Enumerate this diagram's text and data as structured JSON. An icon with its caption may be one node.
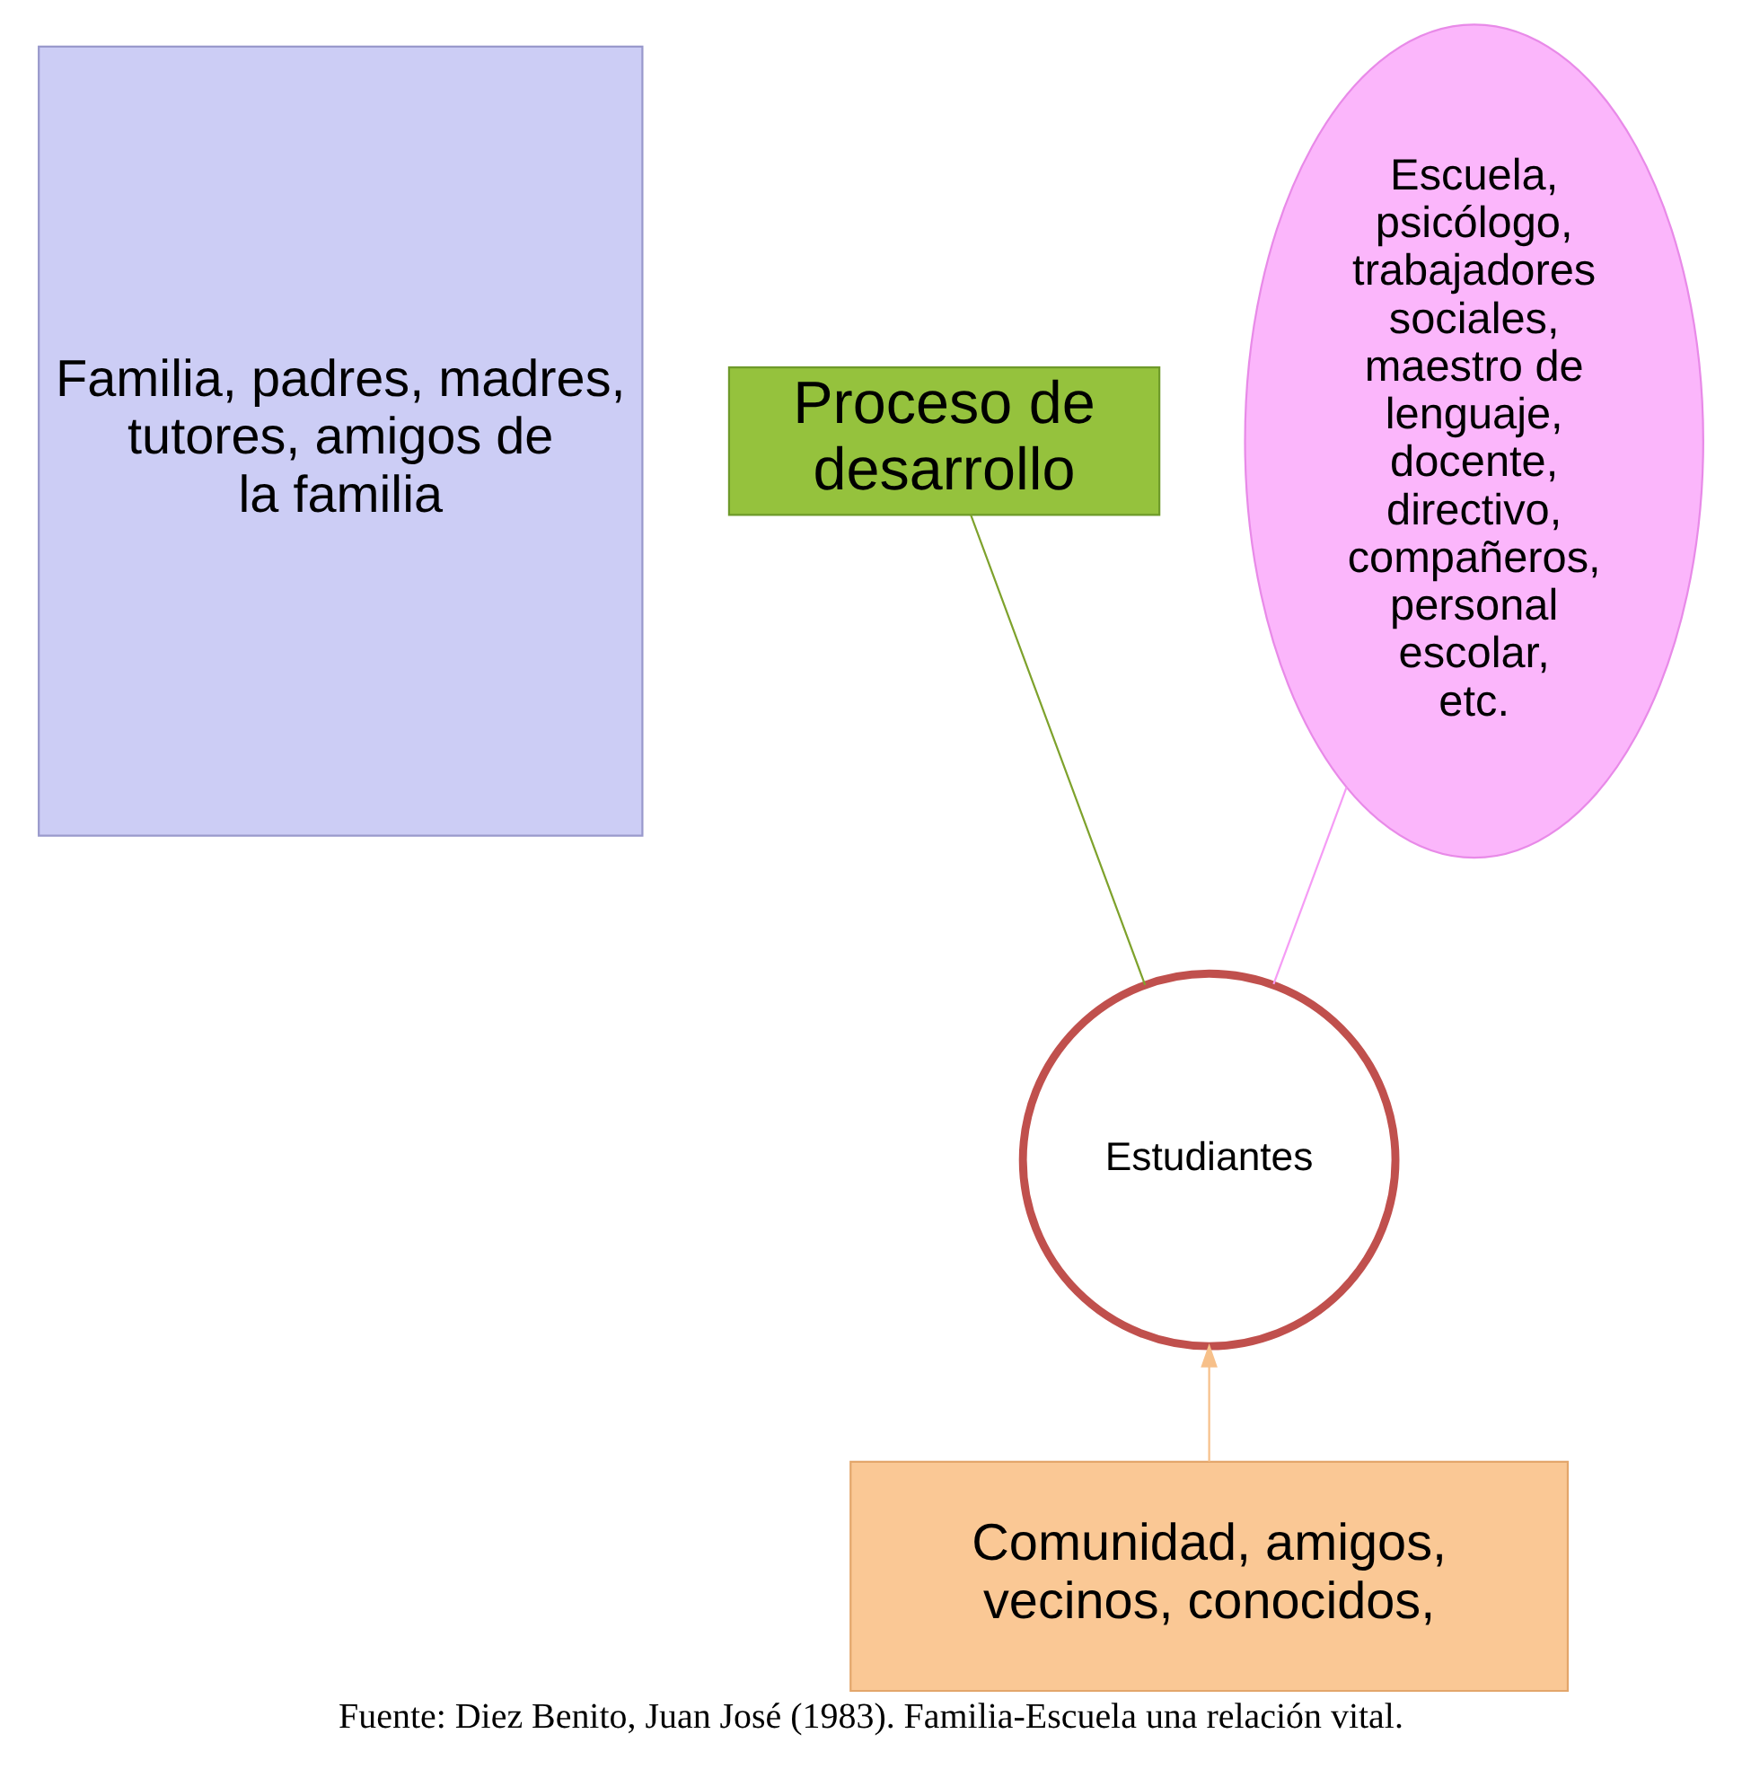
{
  "diagram": {
    "caption": "Fuente: Diez Benito, Juan José (1983). Familia-Escuela una relación vital.",
    "nodes": [
      {
        "text": [
          "Familia, padres, madres, tutores, amigos de la familia"
        ]
      },
      {
        "text": [
          "Proceso de desarrollo"
        ]
      },
      {
        "text": [
          "Escuela, psicólogo, trabajadores sociales, maestro de lenguaje, docente, directivo, compañeros, personal escolar, etc."
        ]
      },
      {
        "text": [
          "Estudiantes"
        ]
      },
      {
        "text": [
          "Comunidad, amigos, vecinos, conocidos,"
        ]
      }
    ],
    "edges": [
      {
        "from": 1,
        "to": 3,
        "arrow": "none",
        "color": "#7ea22c"
      },
      {
        "from": 2,
        "to": 3,
        "arrow": "none",
        "color": "#f59cf5"
      },
      {
        "from": 4,
        "to": 3,
        "arrow": "to",
        "color": "#f7c08a"
      }
    ]
  }
}
